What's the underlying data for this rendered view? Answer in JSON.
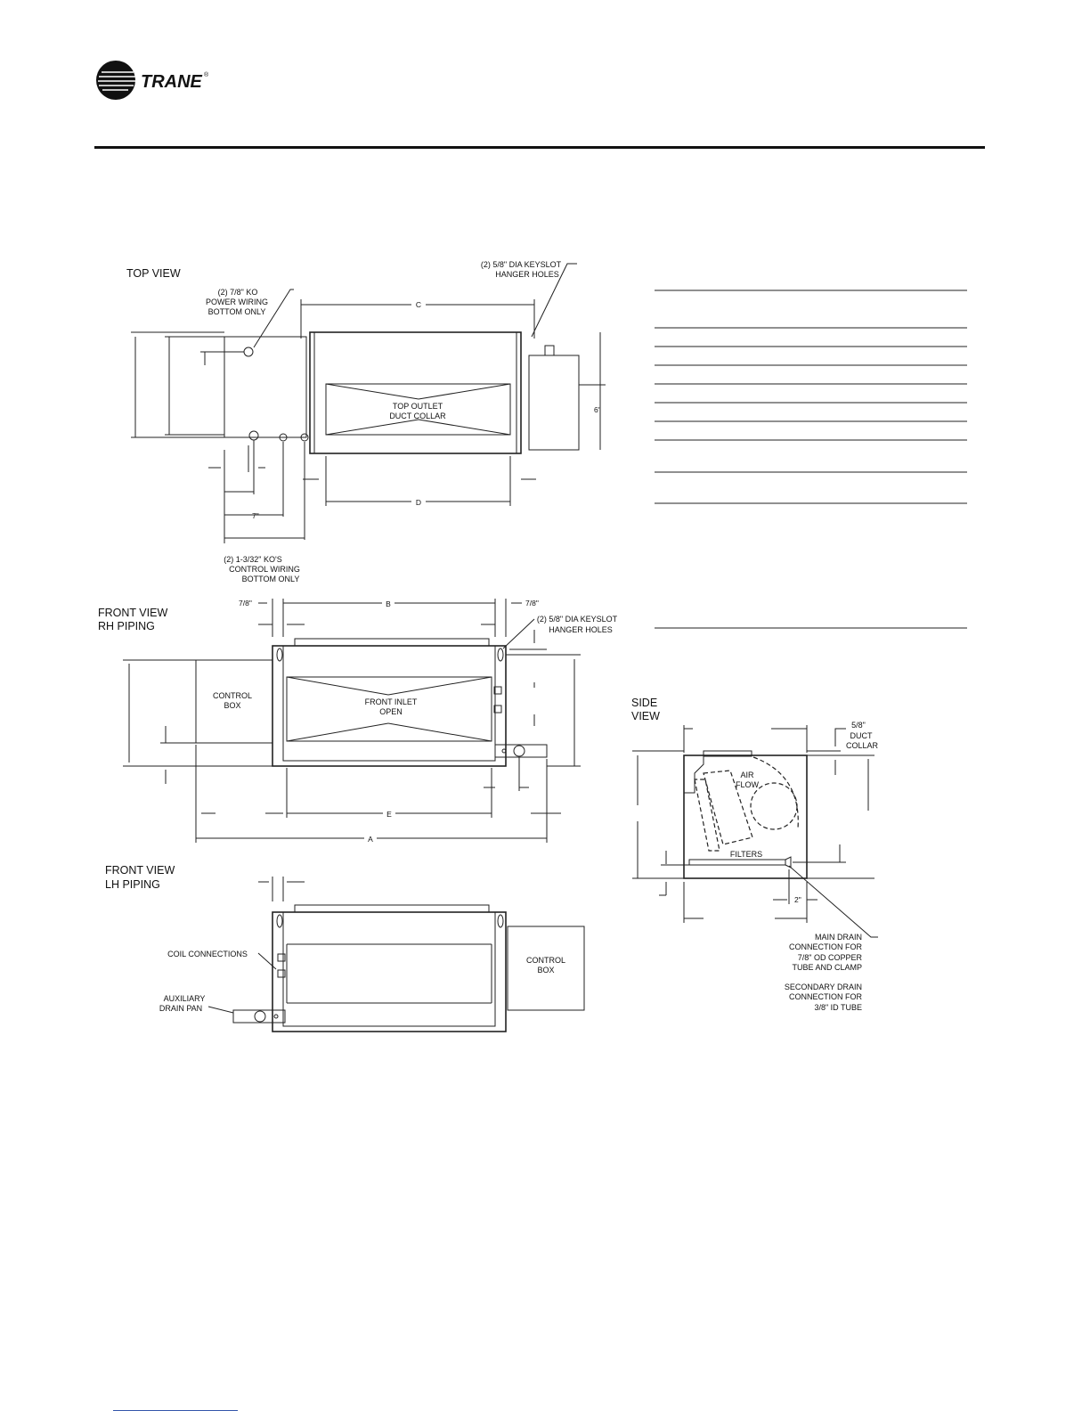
{
  "brand": {
    "name": "TRANE",
    "mark": "®"
  },
  "views": {
    "top": "TOP VIEW",
    "front_rh": [
      "FRONT VIEW",
      "RH PIPING"
    ],
    "front_lh": [
      "FRONT VIEW",
      "LH PIPING"
    ],
    "side": [
      "SIDE",
      "VIEW"
    ]
  },
  "labels": {
    "keyslot_top": [
      "(2) 5/8\" DIA KEYSLOT",
      "HANGER HOLES"
    ],
    "power_ko": [
      "(2) 7/8\" KO",
      "POWER WIRING",
      "BOTTOM ONLY"
    ],
    "top_outlet": [
      "TOP OUTLET",
      "DUCT COLLAR"
    ],
    "control_ko": [
      "(2) 1-3/32\" KO'S",
      "CONTROL WIRING",
      "BOTTOM ONLY"
    ],
    "keyslot_front": [
      "(2) 5/8\" DIA KEYSLOT",
      "HANGER HOLES"
    ],
    "control_box": [
      "CONTROL",
      "BOX"
    ],
    "front_inlet": [
      "FRONT INLET",
      "OPEN"
    ],
    "coil_connections": "COIL CONNECTIONS",
    "aux_drain": [
      "AUXILIARY",
      "DRAIN PAN"
    ],
    "duct_collar": [
      "5/8\"",
      "DUCT",
      "COLLAR"
    ],
    "air_flow": [
      "AIR",
      "FLOW"
    ],
    "filters": "FILTERS",
    "main_drain": [
      "MAIN DRAIN",
      "CONNECTION FOR",
      "7/8\" OD COPPER",
      "TUBE AND CLAMP"
    ],
    "secondary_drain": [
      "SECONDARY DRAIN",
      "CONNECTION FOR",
      "3/8\" ID TUBE"
    ]
  },
  "dimensions": {
    "c": "C",
    "d": "D",
    "seven": "7\"",
    "six": "6\"",
    "seven_eighths_left": "7/8\"",
    "b": "B",
    "seven_eighths_right": "7/8\"",
    "e": "E",
    "a": "A",
    "two": "2\""
  }
}
